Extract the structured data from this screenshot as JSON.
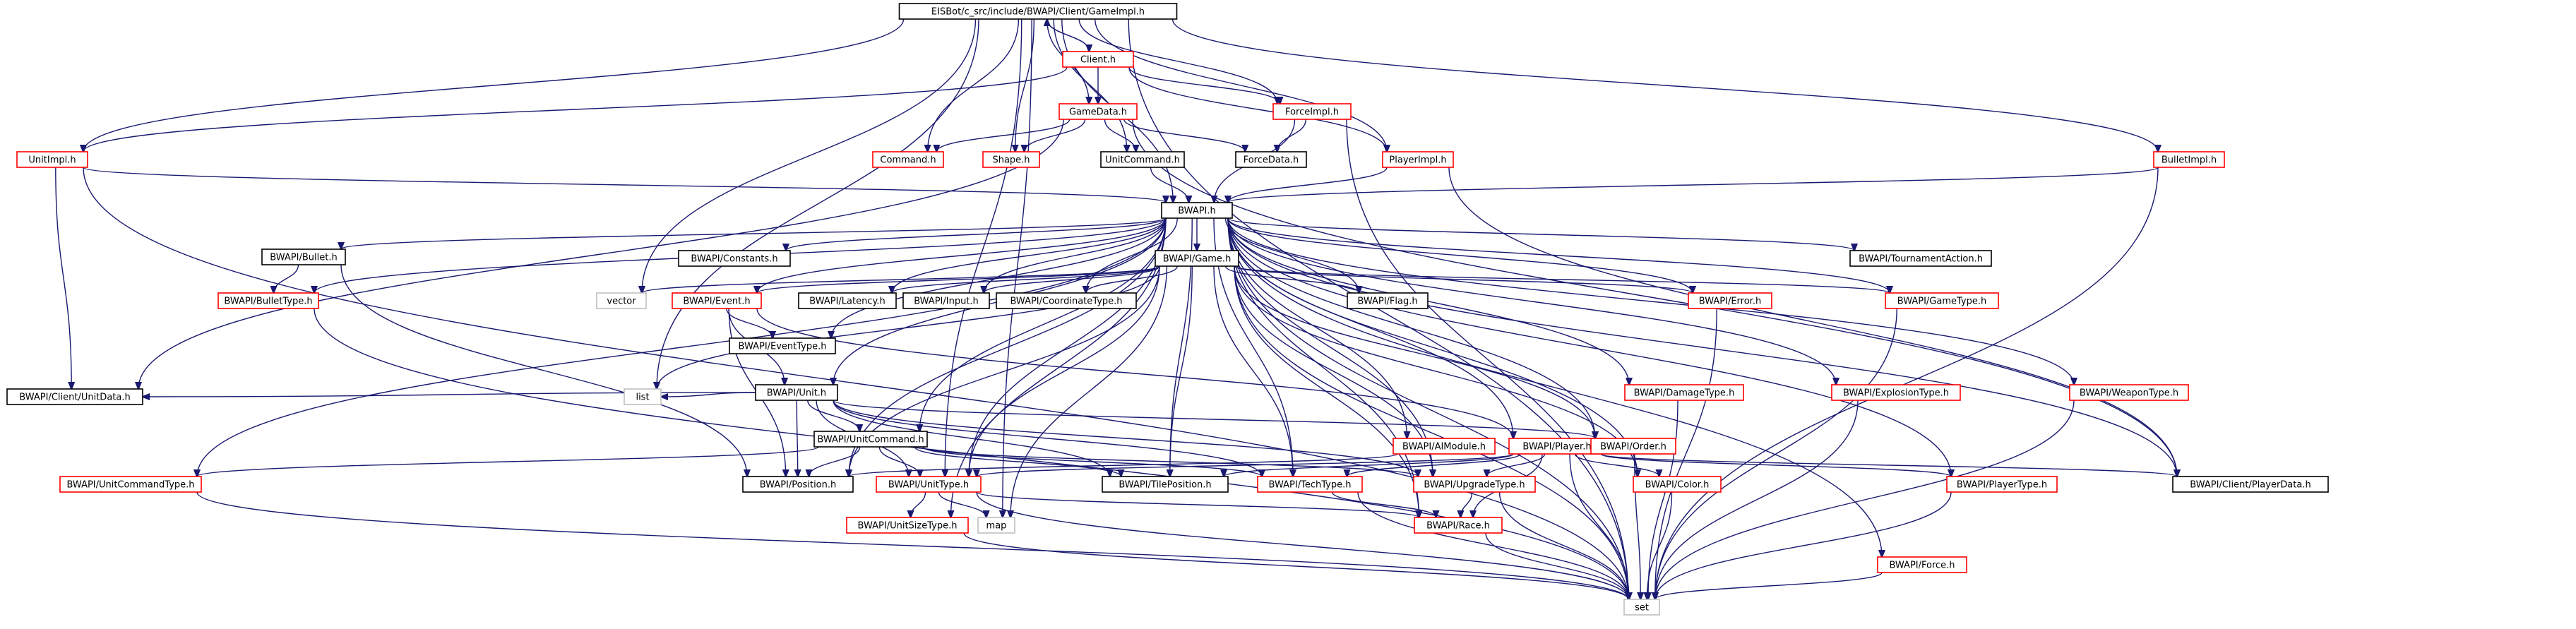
{
  "colors": {
    "root_fill": "#bfbfbf",
    "documented_border": "#000000",
    "undocumented_border": "#ff0000",
    "external_border": "#bfbfbf",
    "edge": "#191970",
    "text": "#000000"
  },
  "nodes": [
    {
      "id": "root",
      "label": "EISBot/c_src/include/BWAPI/Client/GameImpl.h",
      "kind": "root"
    },
    {
      "id": "client",
      "label": "Client.h",
      "kind": "undocumented"
    },
    {
      "id": "gamedata",
      "label": "GameData.h",
      "kind": "undocumented"
    },
    {
      "id": "forceimpl",
      "label": "ForceImpl.h",
      "kind": "undocumented"
    },
    {
      "id": "command",
      "label": "Command.h",
      "kind": "undocumented"
    },
    {
      "id": "shape",
      "label": "Shape.h",
      "kind": "undocumented"
    },
    {
      "id": "unitcommand_c",
      "label": "UnitCommand.h",
      "kind": "documented"
    },
    {
      "id": "forcedata",
      "label": "ForceData.h",
      "kind": "documented"
    },
    {
      "id": "playerimpl",
      "label": "PlayerImpl.h",
      "kind": "undocumented"
    },
    {
      "id": "unitimpl",
      "label": "UnitImpl.h",
      "kind": "undocumented"
    },
    {
      "id": "bulletimpl",
      "label": "BulletImpl.h",
      "kind": "undocumented"
    },
    {
      "id": "bwapi",
      "label": "BWAPI.h",
      "kind": "documented"
    },
    {
      "id": "bullet",
      "label": "BWAPI/Bullet.h",
      "kind": "documented"
    },
    {
      "id": "constants",
      "label": "BWAPI/Constants.h",
      "kind": "documented"
    },
    {
      "id": "game",
      "label": "BWAPI/Game.h",
      "kind": "documented"
    },
    {
      "id": "tournament",
      "label": "BWAPI/TournamentAction.h",
      "kind": "documented"
    },
    {
      "id": "bullettype",
      "label": "BWAPI/BulletType.h",
      "kind": "undocumented"
    },
    {
      "id": "vector",
      "label": "vector",
      "kind": "external"
    },
    {
      "id": "event",
      "label": "BWAPI/Event.h",
      "kind": "undocumented"
    },
    {
      "id": "latency",
      "label": "BWAPI/Latency.h",
      "kind": "documented"
    },
    {
      "id": "input",
      "label": "BWAPI/Input.h",
      "kind": "documented"
    },
    {
      "id": "coordinatetype",
      "label": "BWAPI/CoordinateType.h",
      "kind": "documented"
    },
    {
      "id": "flag",
      "label": "BWAPI/Flag.h",
      "kind": "documented"
    },
    {
      "id": "error",
      "label": "BWAPI/Error.h",
      "kind": "undocumented"
    },
    {
      "id": "gametype",
      "label": "BWAPI/GameType.h",
      "kind": "undocumented"
    },
    {
      "id": "eventtype",
      "label": "BWAPI/EventType.h",
      "kind": "documented"
    },
    {
      "id": "unit",
      "label": "BWAPI/Unit.h",
      "kind": "documented"
    },
    {
      "id": "damagetype",
      "label": "BWAPI/DamageType.h",
      "kind": "undocumented"
    },
    {
      "id": "explosiontype",
      "label": "BWAPI/ExplosionType.h",
      "kind": "undocumented"
    },
    {
      "id": "weapontype",
      "label": "BWAPI/WeaponType.h",
      "kind": "undocumented"
    },
    {
      "id": "clientunitdata",
      "label": "BWAPI/Client/UnitData.h",
      "kind": "documented"
    },
    {
      "id": "list",
      "label": "list",
      "kind": "external"
    },
    {
      "id": "unitcommand",
      "label": "BWAPI/UnitCommand.h",
      "kind": "documented"
    },
    {
      "id": "aimodule",
      "label": "BWAPI/AIModule.h",
      "kind": "undocumented"
    },
    {
      "id": "player",
      "label": "BWAPI/Player.h",
      "kind": "undocumented"
    },
    {
      "id": "order",
      "label": "BWAPI/Order.h",
      "kind": "undocumented"
    },
    {
      "id": "unitcommandtype",
      "label": "BWAPI/UnitCommandType.h",
      "kind": "undocumented"
    },
    {
      "id": "position",
      "label": "BWAPI/Position.h",
      "kind": "documented"
    },
    {
      "id": "unittype",
      "label": "BWAPI/UnitType.h",
      "kind": "undocumented"
    },
    {
      "id": "tileposition",
      "label": "BWAPI/TilePosition.h",
      "kind": "documented"
    },
    {
      "id": "techtype",
      "label": "BWAPI/TechType.h",
      "kind": "undocumented"
    },
    {
      "id": "upgradetype",
      "label": "BWAPI/UpgradeType.h",
      "kind": "undocumented"
    },
    {
      "id": "color",
      "label": "BWAPI/Color.h",
      "kind": "undocumented"
    },
    {
      "id": "playertype",
      "label": "BWAPI/PlayerType.h",
      "kind": "undocumented"
    },
    {
      "id": "clientplayerdata",
      "label": "BWAPI/Client/PlayerData.h",
      "kind": "documented"
    },
    {
      "id": "map",
      "label": "map",
      "kind": "external"
    },
    {
      "id": "unitsizetype",
      "label": "BWAPI/UnitSizeType.h",
      "kind": "undocumented"
    },
    {
      "id": "race",
      "label": "BWAPI/Race.h",
      "kind": "undocumented"
    },
    {
      "id": "force",
      "label": "BWAPI/Force.h",
      "kind": "undocumented"
    },
    {
      "id": "set",
      "label": "set",
      "kind": "external"
    }
  ],
  "edges": [
    [
      "root",
      "client"
    ],
    [
      "root",
      "gamedata"
    ],
    [
      "root",
      "forceimpl"
    ],
    [
      "root",
      "command"
    ],
    [
      "root",
      "shape"
    ],
    [
      "root",
      "unitcommand_c"
    ],
    [
      "root",
      "playerimpl"
    ],
    [
      "root",
      "unitimpl"
    ],
    [
      "root",
      "bulletimpl"
    ],
    [
      "root",
      "bwapi"
    ],
    [
      "root",
      "vector"
    ],
    [
      "root",
      "list"
    ],
    [
      "root",
      "map"
    ],
    [
      "root",
      "unittype"
    ],
    [
      "root",
      "set"
    ],
    [
      "client",
      "root"
    ],
    [
      "client",
      "gamedata"
    ],
    [
      "client",
      "forceimpl"
    ],
    [
      "client",
      "playerimpl"
    ],
    [
      "client",
      "unitimpl"
    ],
    [
      "gamedata",
      "command"
    ],
    [
      "gamedata",
      "shape"
    ],
    [
      "gamedata",
      "unitcommand_c"
    ],
    [
      "gamedata",
      "forcedata"
    ],
    [
      "gamedata",
      "clientunitdata"
    ],
    [
      "gamedata",
      "clientplayerdata"
    ],
    [
      "forceimpl",
      "forcedata"
    ],
    [
      "forceimpl",
      "bwapi"
    ],
    [
      "forceimpl",
      "set"
    ],
    [
      "unitcommand_c",
      "bwapi"
    ],
    [
      "playerimpl",
      "bwapi"
    ],
    [
      "playerimpl",
      "clientplayerdata"
    ],
    [
      "unitimpl",
      "bwapi"
    ],
    [
      "unitimpl",
      "clientunitdata"
    ],
    [
      "unitimpl",
      "set"
    ],
    [
      "bulletimpl",
      "bwapi"
    ],
    [
      "bulletimpl",
      "set"
    ],
    [
      "bwapi",
      "bullet"
    ],
    [
      "bwapi",
      "constants"
    ],
    [
      "bwapi",
      "game"
    ],
    [
      "bwapi",
      "tournament"
    ],
    [
      "bwapi",
      "bullettype"
    ],
    [
      "bwapi",
      "event"
    ],
    [
      "bwapi",
      "latency"
    ],
    [
      "bwapi",
      "input"
    ],
    [
      "bwapi",
      "coordinatetype"
    ],
    [
      "bwapi",
      "flag"
    ],
    [
      "bwapi",
      "error"
    ],
    [
      "bwapi",
      "gametype"
    ],
    [
      "bwapi",
      "eventtype"
    ],
    [
      "bwapi",
      "unit"
    ],
    [
      "bwapi",
      "damagetype"
    ],
    [
      "bwapi",
      "explosiontype"
    ],
    [
      "bwapi",
      "weapontype"
    ],
    [
      "bwapi",
      "unitcommand"
    ],
    [
      "bwapi",
      "aimodule"
    ],
    [
      "bwapi",
      "player"
    ],
    [
      "bwapi",
      "order"
    ],
    [
      "bwapi",
      "unitcommandtype"
    ],
    [
      "bwapi",
      "position"
    ],
    [
      "bwapi",
      "unittype"
    ],
    [
      "bwapi",
      "tileposition"
    ],
    [
      "bwapi",
      "techtype"
    ],
    [
      "bwapi",
      "upgradetype"
    ],
    [
      "bwapi",
      "color"
    ],
    [
      "bwapi",
      "playertype"
    ],
    [
      "bwapi",
      "clientplayerdata"
    ],
    [
      "bwapi",
      "race"
    ],
    [
      "bwapi",
      "force"
    ],
    [
      "bwapi",
      "unitsizetype"
    ],
    [
      "bwapi",
      "set"
    ],
    [
      "bullet",
      "bullettype"
    ],
    [
      "bullet",
      "position"
    ],
    [
      "bullettype",
      "set"
    ],
    [
      "game",
      "vector"
    ],
    [
      "game",
      "event"
    ],
    [
      "game",
      "latency"
    ],
    [
      "game",
      "input"
    ],
    [
      "game",
      "coordinatetype"
    ],
    [
      "game",
      "flag"
    ],
    [
      "game",
      "error"
    ],
    [
      "game",
      "gametype"
    ],
    [
      "game",
      "list"
    ],
    [
      "game",
      "unittype"
    ],
    [
      "game",
      "tileposition"
    ],
    [
      "game",
      "techtype"
    ],
    [
      "game",
      "upgradetype"
    ],
    [
      "game",
      "color"
    ],
    [
      "game",
      "order"
    ],
    [
      "game",
      "race"
    ],
    [
      "game",
      "map"
    ],
    [
      "game",
      "set"
    ],
    [
      "game",
      "position"
    ],
    [
      "event",
      "eventtype"
    ],
    [
      "event",
      "unit"
    ],
    [
      "event",
      "player"
    ],
    [
      "event",
      "position"
    ],
    [
      "unit",
      "clientunitdata"
    ],
    [
      "unit",
      "list"
    ],
    [
      "unit",
      "unitcommand"
    ],
    [
      "unit",
      "order"
    ],
    [
      "unit",
      "position"
    ],
    [
      "unit",
      "unittype"
    ],
    [
      "unit",
      "tileposition"
    ],
    [
      "unit",
      "techtype"
    ],
    [
      "unit",
      "upgradetype"
    ],
    [
      "unitcommand",
      "unitcommandtype"
    ],
    [
      "unitcommand",
      "position"
    ],
    [
      "unitcommand",
      "unittype"
    ],
    [
      "unitcommand",
      "tileposition"
    ],
    [
      "unitcommand",
      "techtype"
    ],
    [
      "unitcommand",
      "upgradetype"
    ],
    [
      "aimodule",
      "position"
    ],
    [
      "player",
      "unittype"
    ],
    [
      "player",
      "tileposition"
    ],
    [
      "player",
      "techtype"
    ],
    [
      "player",
      "upgradetype"
    ],
    [
      "player",
      "color"
    ],
    [
      "player",
      "playertype"
    ],
    [
      "player",
      "clientplayerdata"
    ],
    [
      "player",
      "race"
    ],
    [
      "player",
      "order"
    ],
    [
      "player",
      "set"
    ],
    [
      "unittype",
      "unitsizetype"
    ],
    [
      "unittype",
      "map"
    ],
    [
      "unittype",
      "race"
    ],
    [
      "unittype",
      "set"
    ],
    [
      "techtype",
      "race"
    ],
    [
      "techtype",
      "set"
    ],
    [
      "upgradetype",
      "race"
    ],
    [
      "upgradetype",
      "set"
    ],
    [
      "order",
      "set"
    ],
    [
      "color",
      "set"
    ],
    [
      "playertype",
      "set"
    ],
    [
      "race",
      "set"
    ],
    [
      "unitsizetype",
      "set"
    ],
    [
      "unitcommandtype",
      "set"
    ],
    [
      "error",
      "set"
    ],
    [
      "gametype",
      "set"
    ],
    [
      "damagetype",
      "set"
    ],
    [
      "explosiontype",
      "set"
    ],
    [
      "weapontype",
      "set"
    ],
    [
      "force",
      "set"
    ]
  ]
}
